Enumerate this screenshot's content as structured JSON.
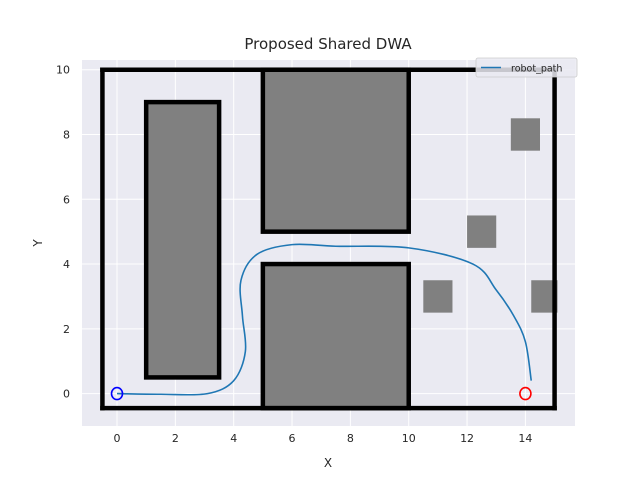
{
  "chart_data": {
    "type": "line",
    "title": "Proposed Shared DWA",
    "xlabel": "X",
    "ylabel": "Y",
    "xlim": [
      -1.2,
      15.7
    ],
    "ylim": [
      -1.0,
      10.3
    ],
    "x_ticks": [
      0,
      2,
      4,
      6,
      8,
      10,
      12,
      14
    ],
    "y_ticks": [
      0,
      2,
      4,
      6,
      8,
      10
    ],
    "x_tick_labels": [
      "0",
      "2",
      "4",
      "6",
      "8",
      "10",
      "12",
      "14"
    ],
    "y_tick_labels": [
      "0",
      "2",
      "4",
      "6",
      "8",
      "10"
    ],
    "grid": true,
    "legend_position": "top-right",
    "series": [
      {
        "name": "robot_path",
        "color": "#1f77b4",
        "points": [
          [
            0,
            0
          ],
          [
            1.5,
            -0.02
          ],
          [
            3.1,
            0.0
          ],
          [
            4.0,
            0.4
          ],
          [
            4.4,
            1.3
          ],
          [
            4.3,
            2.4
          ],
          [
            4.25,
            3.5
          ],
          [
            4.8,
            4.3
          ],
          [
            6.0,
            4.6
          ],
          [
            7.5,
            4.55
          ],
          [
            10.0,
            4.5
          ],
          [
            12.2,
            4.0
          ],
          [
            13.0,
            3.2
          ],
          [
            13.6,
            2.4
          ],
          [
            14.0,
            1.6
          ],
          [
            14.2,
            0.4
          ]
        ]
      }
    ],
    "walls": {
      "color": "#000000",
      "polylines": [
        [
          [
            -0.5,
            10
          ],
          [
            15,
            10
          ]
        ],
        [
          [
            -0.5,
            10
          ],
          [
            -0.5,
            -0.45
          ]
        ],
        [
          [
            15,
            10
          ],
          [
            15,
            -0.45
          ]
        ],
        [
          [
            -0.5,
            -0.45
          ],
          [
            15,
            -0.45
          ]
        ]
      ]
    },
    "obstacles": {
      "fill": "#808080",
      "edge": "#000000",
      "bordered": [
        {
          "x0": 1,
          "x1": 3.5,
          "y0": 0.5,
          "y1": 9
        },
        {
          "x0": 5,
          "x1": 10,
          "y0": 5,
          "y1": 10
        },
        {
          "x0": 5,
          "x1": 10,
          "y0": -0.45,
          "y1": 4
        }
      ],
      "plain": [
        {
          "x0": 10.5,
          "x1": 11.5,
          "y0": 2.5,
          "y1": 3.5
        },
        {
          "x0": 12,
          "x1": 13,
          "y0": 4.5,
          "y1": 5.5
        },
        {
          "x0": 13.5,
          "x1": 14.5,
          "y0": 7.5,
          "y1": 8.5
        },
        {
          "x0": 14.2,
          "x1": 15.1,
          "y0": 2.5,
          "y1": 3.5
        }
      ]
    },
    "markers": [
      {
        "name": "start",
        "x": 0,
        "y": 0,
        "color": "#0000ff"
      },
      {
        "name": "goal",
        "x": 14,
        "y": 0,
        "color": "#ff0000"
      }
    ]
  }
}
